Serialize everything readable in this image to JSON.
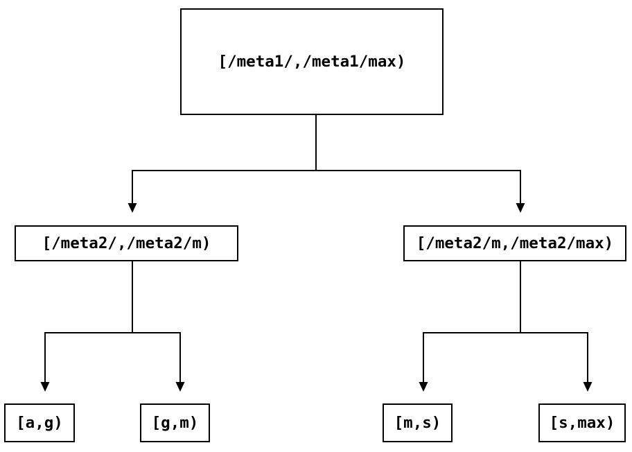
{
  "colors": {
    "background": "#ffffff",
    "line": "#000000",
    "text": "#000000"
  },
  "nodes": {
    "meta1": "[/meta1/,/meta1/max)",
    "meta2_low": "[/meta2/,/meta2/m)",
    "meta2_high": "[/meta2/m,/meta2/max)",
    "ag": "[a,g)",
    "gm": "[g,m)",
    "ms": "[m,s)",
    "smax": "[s,max)"
  }
}
